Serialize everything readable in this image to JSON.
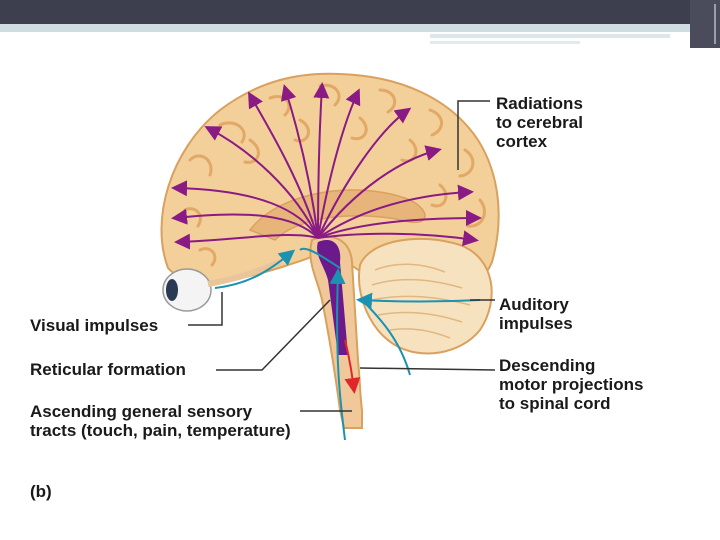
{
  "labels": {
    "radiations": "Radiations\nto cerebral\ncortex",
    "auditory": "Auditory\nimpulses",
    "visual": "Visual impulses",
    "reticular": "Reticular formation",
    "descending": "Descending\nmotor projections\nto spinal cord",
    "ascending": "Ascending general sensory\ntracts (touch, pain, temperature)",
    "panel": "(b)"
  },
  "colors": {
    "brain": "#f3cf9a",
    "brain_outline": "#d9a05e",
    "gyri": "#e2a866",
    "cerebellum": "#f7e2c0",
    "arrow_purple": "#8a1a84",
    "arrow_blue": "#1b93b0",
    "arrow_red": "#e0262a",
    "reticular": "#6a1a8a",
    "leader": "#333333"
  }
}
